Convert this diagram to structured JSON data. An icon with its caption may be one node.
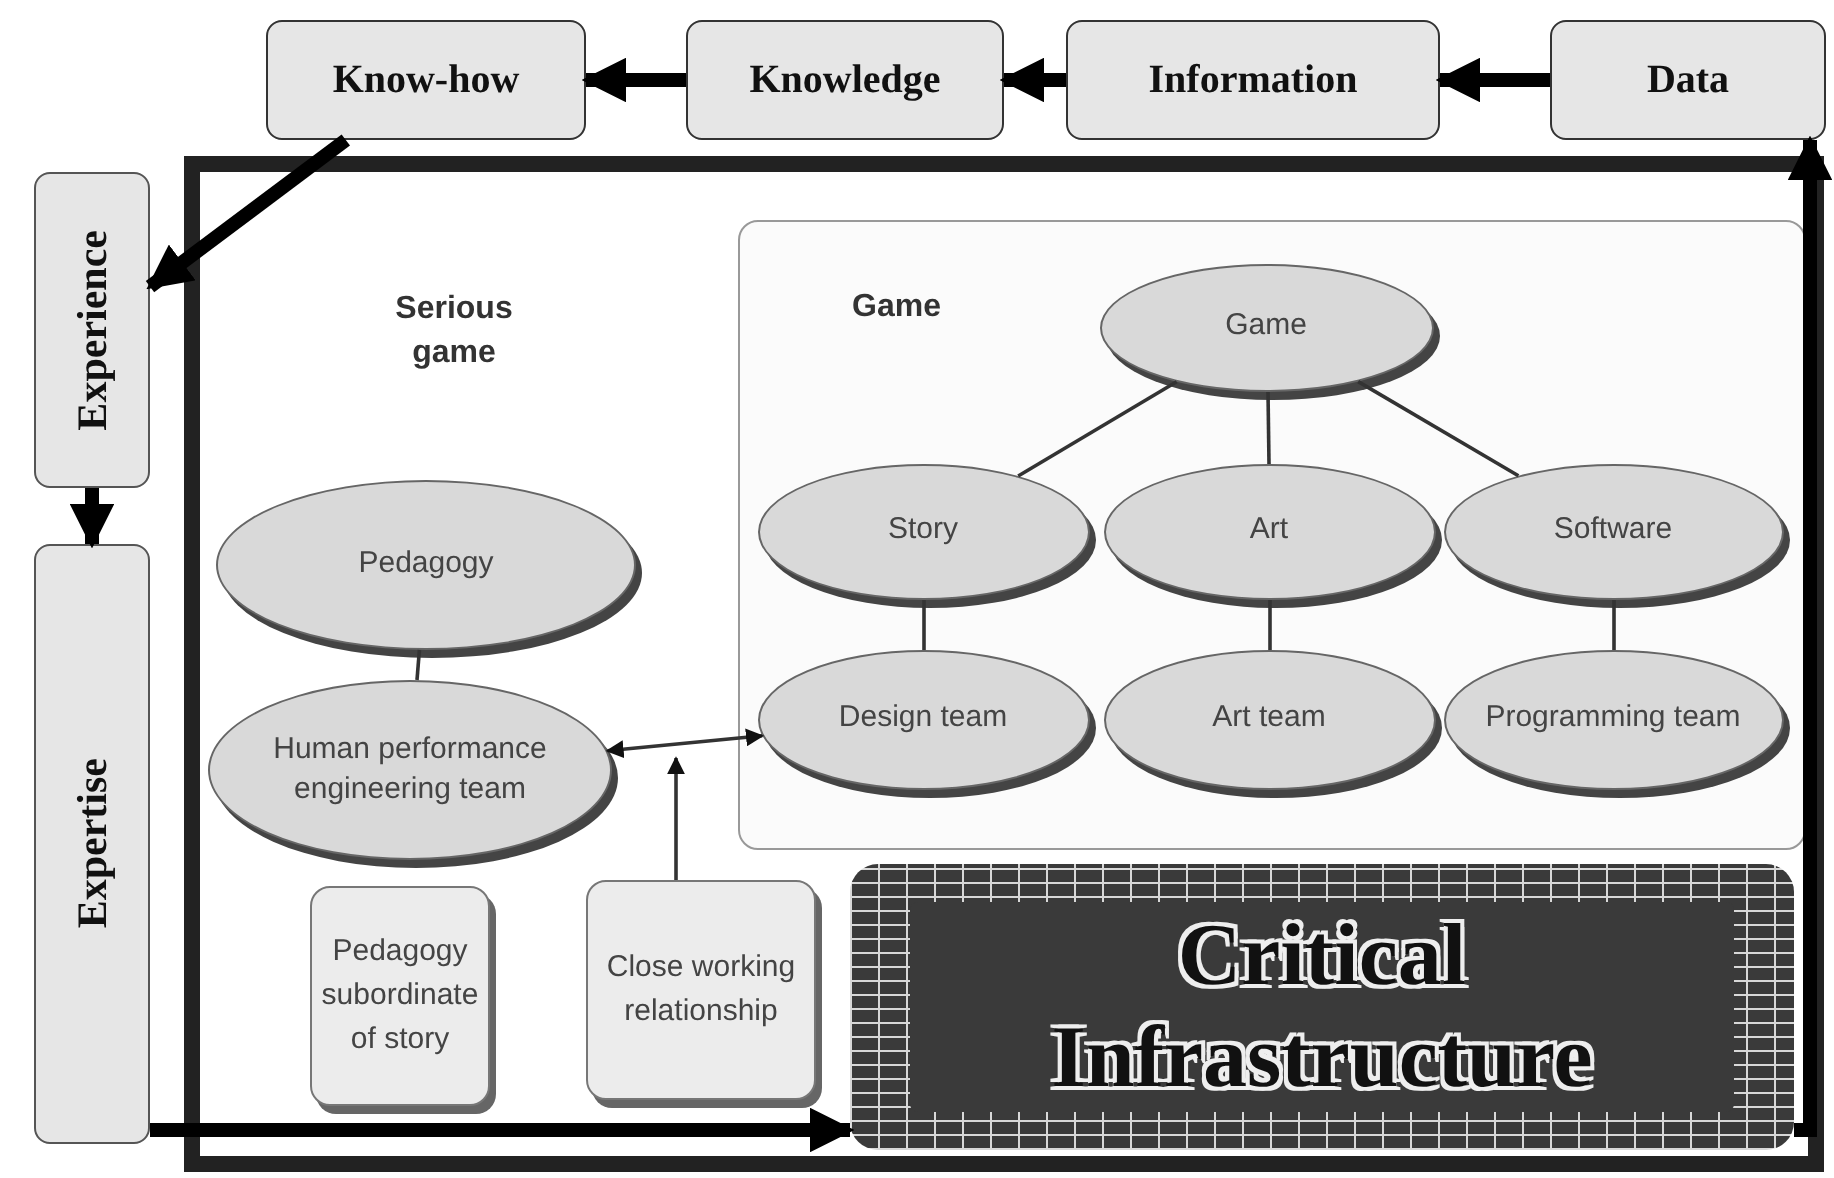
{
  "diagram": {
    "nodes": [
      {
        "text": [
          "Data"
        ]
      },
      {
        "text": [
          "Information"
        ]
      },
      {
        "text": [
          "Knowledge"
        ]
      },
      {
        "text": [
          "Know-how"
        ]
      },
      {
        "text": [
          "Experience"
        ]
      },
      {
        "text": [
          "Expertise"
        ]
      },
      {
        "text": [],
        "shape": "box"
      },
      {
        "text": [
          "Game"
        ],
        "in": 6
      },
      {
        "text": [
          "Game"
        ],
        "in": 7
      },
      {
        "text": [
          "Story"
        ],
        "in": 7
      },
      {
        "text": [
          "Art"
        ],
        "in": 7
      },
      {
        "text": [
          "Software"
        ],
        "in": 7
      },
      {
        "text": [
          "Design team"
        ],
        "in": 7
      },
      {
        "text": [
          "Art team"
        ],
        "in": 7
      },
      {
        "text": [
          "Programming team"
        ],
        "in": 7
      },
      {
        "text": [
          "Pedagogy"
        ],
        "in": 6
      },
      {
        "text": [
          "Human performance engineering team"
        ],
        "in": 6
      },
      {
        "text": [
          "Pedagogy subordinate of story"
        ],
        "in": 6
      },
      {
        "text": [
          "Close working relationship"
        ],
        "in": 6
      },
      {
        "text": [
          "Critical Infrastructure"
        ],
        "in": 6
      }
    ],
    "edges": [
      {
        "from": 0,
        "to": 1,
        "arrow": "to",
        "style": "thick"
      },
      {
        "from": 1,
        "to": 2,
        "arrow": "to",
        "style": "thick"
      },
      {
        "from": 2,
        "to": 3,
        "arrow": "to",
        "style": "thick"
      },
      {
        "from": 3,
        "to": 4,
        "arrow": "to",
        "style": "thick"
      },
      {
        "from": 4,
        "to": 5,
        "arrow": "to",
        "style": "thick"
      },
      {
        "from": 5,
        "to": 19,
        "arrow": "to",
        "style": "thick"
      },
      {
        "from": 19,
        "to": 0,
        "arrow": "to",
        "style": "thick"
      },
      {
        "from": 8,
        "to": 9,
        "arrow": "none"
      },
      {
        "from": 8,
        "to": 10,
        "arrow": "none"
      },
      {
        "from": 8,
        "to": 11,
        "arrow": "none"
      },
      {
        "from": 9,
        "to": 12,
        "arrow": "none"
      },
      {
        "from": 10,
        "to": 13,
        "arrow": "none"
      },
      {
        "from": 11,
        "to": 14,
        "arrow": "none"
      },
      {
        "from": 15,
        "to": 16,
        "arrow": "none"
      },
      {
        "from": 16,
        "to": 12,
        "arrow": "both"
      },
      {
        "from": 18,
        "to": null,
        "arrow": "to"
      }
    ],
    "labels": [
      "Serious game"
    ]
  }
}
